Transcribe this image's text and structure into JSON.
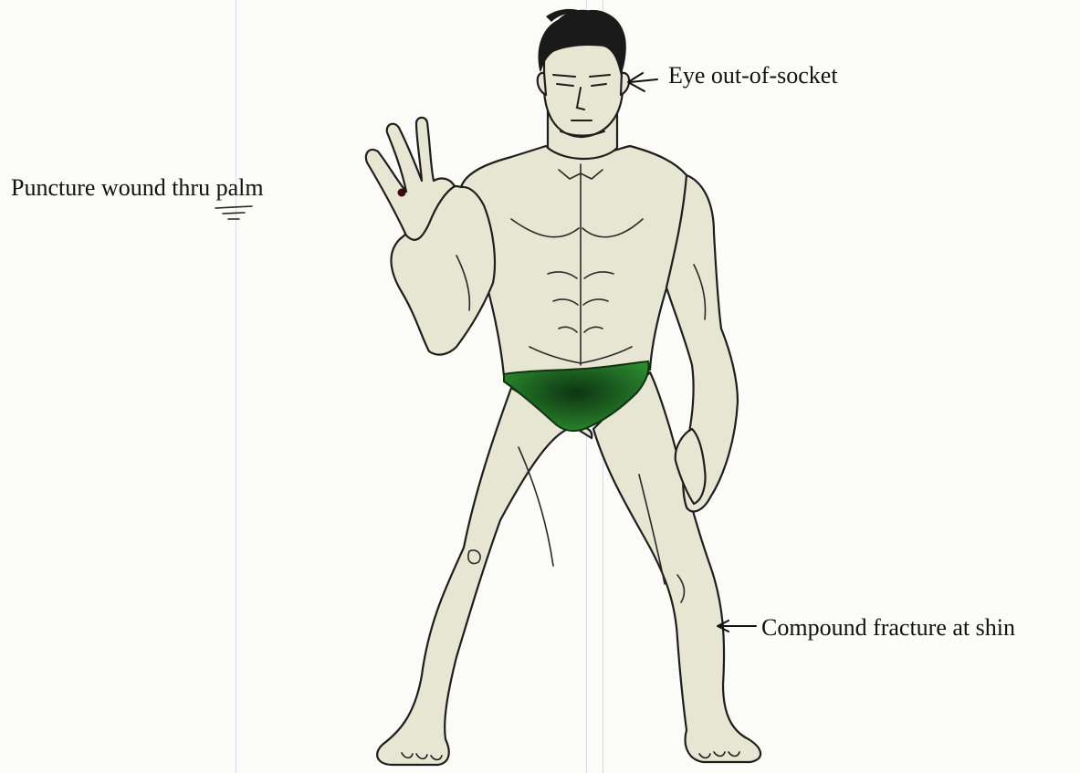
{
  "annotations": {
    "eye": "Eye out-of-socket",
    "palm": "Puncture wound thru palm",
    "shin": "Compound fracture at shin"
  },
  "colors": {
    "skin": "#e6e6d2",
    "skin_shadow": "#c9cbb4",
    "outline": "#1e1e1e",
    "hair": "#1a1a1a",
    "briefs": "#1f6e24",
    "briefs_dark": "#0e3512",
    "wound": "#3a0d0d",
    "guide_line": "#d9dde8"
  }
}
